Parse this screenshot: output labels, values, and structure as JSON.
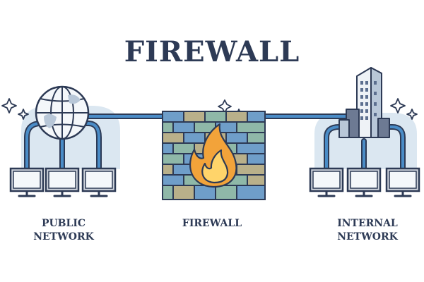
{
  "title": "FIREWALL",
  "labels": {
    "public": {
      "line1": "PUBLIC",
      "line2": "NETWORK"
    },
    "firewall": {
      "line1": "FIREWALL"
    },
    "internal": {
      "line1": "INTERNAL",
      "line2": "NETWORK"
    }
  },
  "colors": {
    "outline": "#2d3a55",
    "cable": "#4a8cc7",
    "halo": "#dbe7f1",
    "screen": "#cfd4dd",
    "brick_blue": "#6f9ec9",
    "brick_teal": "#8fb8a8",
    "brick_tan": "#b9b08a",
    "flame_outer": "#f2a33a",
    "flame_inner": "#ffd46a"
  },
  "icons": [
    "globe-icon",
    "firewall-icon",
    "flame-icon",
    "building-icon",
    "computer-icon",
    "sparkle-icon"
  ]
}
